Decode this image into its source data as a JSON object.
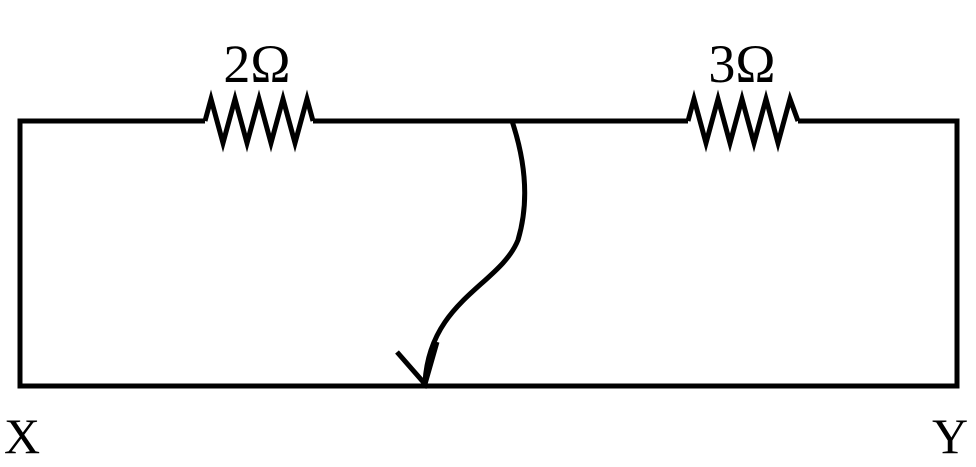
{
  "colors": {
    "ink": "#000000",
    "background": "#ffffff"
  },
  "resistors": [
    {
      "label": "2Ω"
    },
    {
      "label": "3Ω"
    }
  ],
  "terminals": {
    "left": "X",
    "right": "Y"
  }
}
